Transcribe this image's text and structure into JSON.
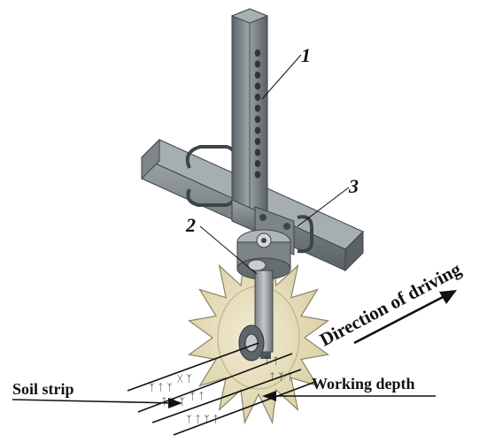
{
  "labels": {
    "part_1": "1",
    "part_2": "2",
    "part_3": "3",
    "soil_strip": "Soil strip",
    "working_depth": "Working depth",
    "direction": "Direction of driving"
  },
  "colors": {
    "steel_light": "#8a9296",
    "steel_mid": "#6b7478",
    "steel_dark": "#4a5256",
    "wheel_fill": "#e7dfbd",
    "wheel_edge": "#8c8466",
    "line": "#111111"
  },
  "icons": {
    "arrow": "arrow-up-right-icon"
  }
}
